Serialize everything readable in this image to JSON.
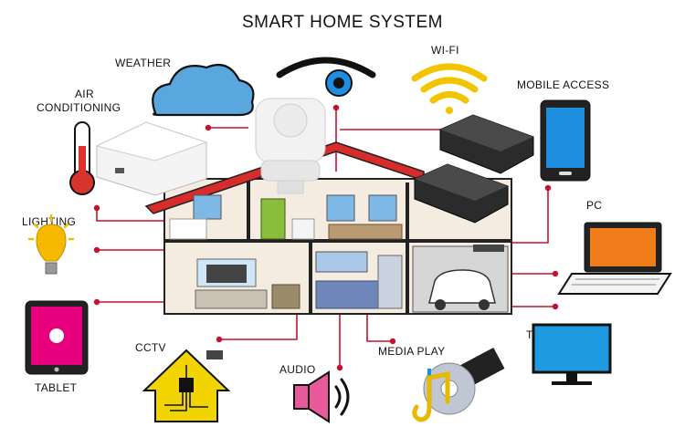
{
  "title": "SMART HOME SYSTEM",
  "labels": {
    "weather": "WEATHER",
    "air_conditioning_1": "AIR",
    "air_conditioning_2": "CONDITIONING",
    "lighting": "LIGHTING",
    "tablet": "TABLET",
    "cctv": "CCTV",
    "audio": "AUDIO",
    "media_play": "MEDIA PLAY",
    "tv": "TV",
    "pc": "PC",
    "mobile_access": "MOBILE ACCESS",
    "wifi": "WI-FI"
  },
  "colors": {
    "connector": "#c8102e",
    "roof": "#d62c2c",
    "wall": "#f4ece0",
    "cloud": "#5aa7e0",
    "wifi": "#f2c400",
    "tablet_screen": "#e6007e",
    "pc_screen": "#f07d1a",
    "tv_screen": "#1e9be0",
    "mobile_screen": "#1e8fe0",
    "cctv_house": "#f2d500",
    "audio": "#e85a9c",
    "thermo": "#d9342b"
  }
}
